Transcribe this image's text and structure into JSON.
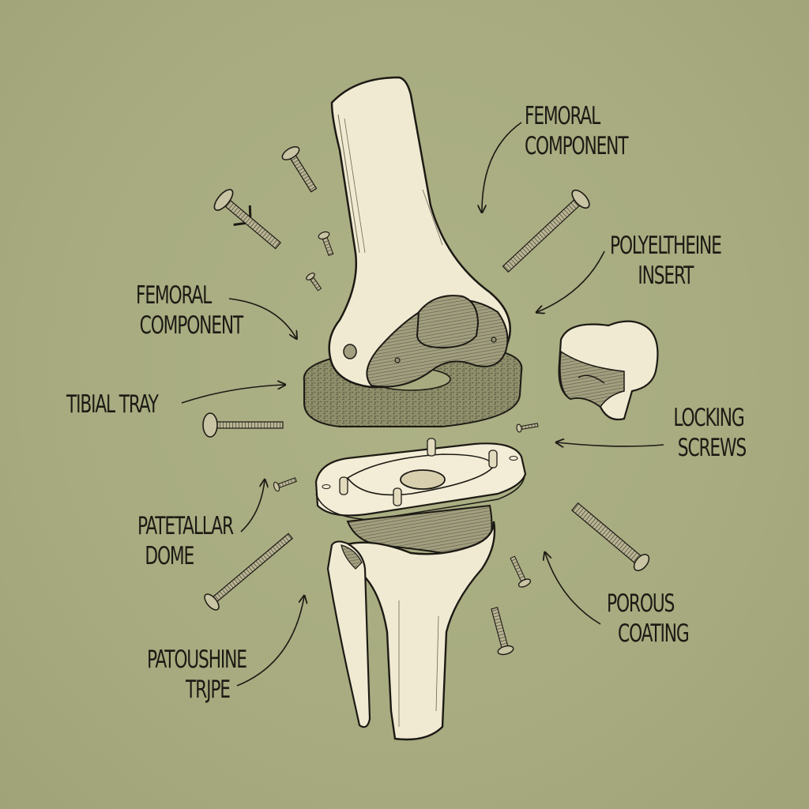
{
  "diagram": {
    "type": "exploded-view illustration",
    "subject": "Knee replacement implant components",
    "colors": {
      "background": "#a9ad82",
      "bone": "#f1ead3",
      "bone_shade": "#e2d9bb",
      "metal_hatch": "#8a876a",
      "ink": "#1c1a14",
      "porous": "#8c8c68"
    }
  },
  "labels": {
    "femoral_component_top": {
      "line1": "FEMORAL",
      "line2": "COMPONENT"
    },
    "polyethylene_insert": {
      "line1": "POLYELTHEINE",
      "line2": "INSERT"
    },
    "femoral_component_left": {
      "line1": "FEMORAL",
      "line2": "COMPONENT"
    },
    "tibial_tray": {
      "line1": "TIBIAL TRAY"
    },
    "locking_screws": {
      "line1": "LOCKING",
      "line2": "SCREWS"
    },
    "patellar_dome": {
      "line1": "PATETALLAR",
      "line2": "DOME"
    },
    "porous_coating": {
      "line1": "POROUS",
      "line2": "COATING"
    },
    "tibia_stem": {
      "line1": "PATOUSHINE",
      "line2": "TRJPE"
    }
  },
  "parts": [
    "femur-bone",
    "femoral-component",
    "porous-disc",
    "patellar-dome",
    "tibial-tray",
    "tibia-bone",
    "fibula-bone",
    "screws"
  ]
}
